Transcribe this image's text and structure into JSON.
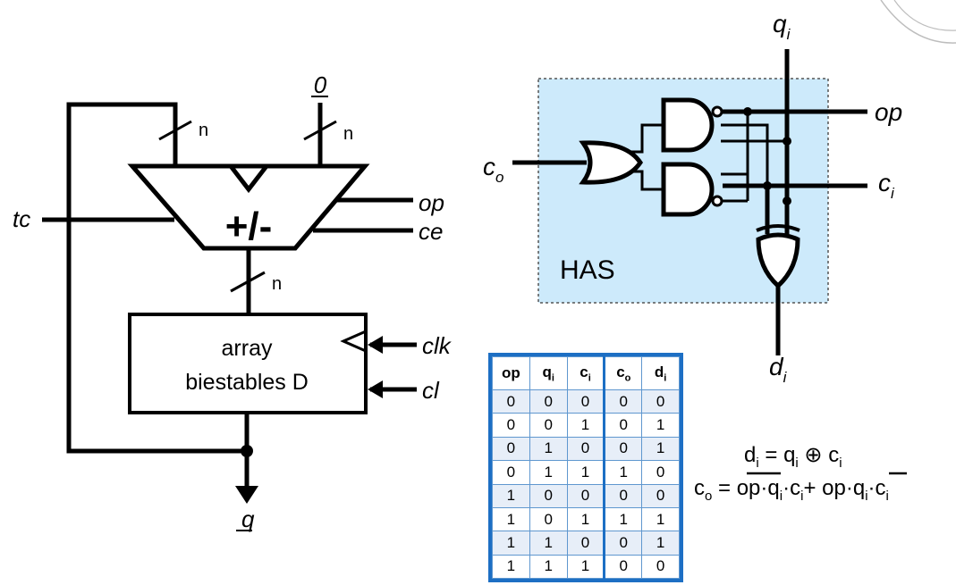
{
  "left_circuit": {
    "zero_input": "0",
    "bus_width": "n",
    "operator_symbol": "+/-",
    "tc_label": "tc",
    "op_label": "op",
    "ce_label": "ce",
    "register_line1": "array",
    "register_line2": "biestables D",
    "clk_label": "clk",
    "cl_label": "cl",
    "output_label": "q"
  },
  "has_circuit": {
    "block_label": "HAS",
    "q_label": "q",
    "q_sub": "i",
    "op_label": "op",
    "c_in_label": "c",
    "c_in_sub": "i",
    "c_out_label": "c",
    "c_out_sub": "o",
    "d_label": "d",
    "d_sub": "i",
    "box_fill": "#cdeafb"
  },
  "truth_table": {
    "headers": [
      "op",
      "q",
      "c",
      "c",
      "d"
    ],
    "header_subs": [
      "",
      "i",
      "i",
      "o",
      "i"
    ],
    "rows": [
      [
        "0",
        "0",
        "0",
        "0",
        "0"
      ],
      [
        "0",
        "0",
        "1",
        "0",
        "1"
      ],
      [
        "0",
        "1",
        "0",
        "0",
        "1"
      ],
      [
        "0",
        "1",
        "1",
        "1",
        "0"
      ],
      [
        "1",
        "0",
        "0",
        "0",
        "0"
      ],
      [
        "1",
        "0",
        "1",
        "1",
        "1"
      ],
      [
        "1",
        "1",
        "0",
        "0",
        "1"
      ],
      [
        "1",
        "1",
        "1",
        "0",
        "0"
      ]
    ],
    "border_color": "#1d6fc4"
  },
  "equations": {
    "eq1": {
      "d": "d",
      "d_sub": "i",
      "eq": " = ",
      "q": "q",
      "q_sub": "i",
      "xor": " ⊕ ",
      "c": "c",
      "c_sub": "i"
    },
    "eq2": {
      "c": "c",
      "c_sub": "o",
      "eq": " = ",
      "op_bar": "op",
      "dot": "·",
      "q": "q",
      "q_sub": "i",
      "c2": "c",
      "c2_sub": "i",
      "plus": "+ ",
      "op": "op",
      "q_bar": "q",
      "q_bar_sub": "i",
      "c3": "c",
      "c3_sub": "i"
    }
  }
}
